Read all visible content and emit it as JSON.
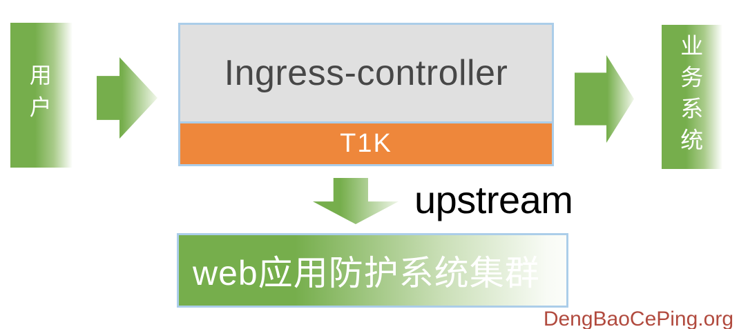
{
  "colors": {
    "green": "#76ae4c",
    "orange": "#ee873b",
    "box_border_blue": "#abcde9",
    "gray_fill": "#e0e0e0",
    "ingress_text": "#474747",
    "upstream_text": "#000000",
    "watermark_red": "#b14a3e"
  },
  "nodes": {
    "user": {
      "label": "用户"
    },
    "ingress": {
      "title": "Ingress-controller",
      "subtitle": "T1K"
    },
    "business": {
      "label": "业务系统"
    },
    "waf": {
      "label": "web应用防护系统集群"
    }
  },
  "flow": {
    "upstream_label": "upstream"
  },
  "watermark": {
    "text": "DengBaoCePing.org"
  }
}
